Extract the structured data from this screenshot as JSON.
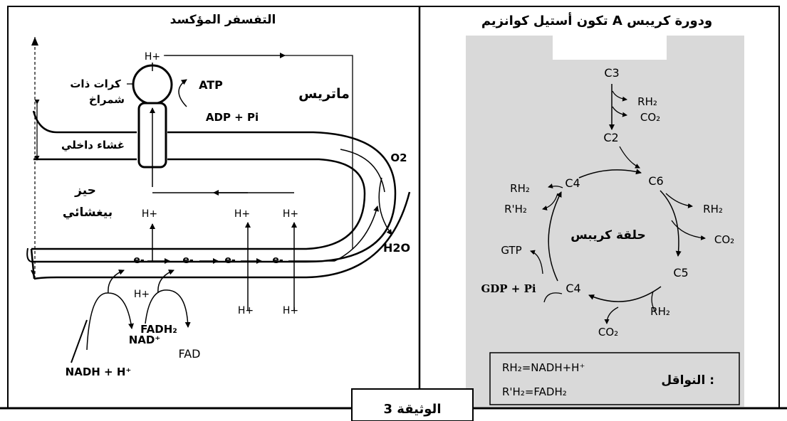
{
  "document": {
    "caption": "الوثيقة 3"
  },
  "oxidative_phosphorylation": {
    "title": "التفسفر المؤكسد",
    "labels": {
      "atp_synthase": "كرات ذات شمراخ",
      "inner_membrane": "غشاء داخلي",
      "matrix": "ماتريس",
      "intermembrane_space": "حيز بيغشائي"
    },
    "h_plus": "H+",
    "atp": "ATP",
    "adp_pi": "ADP + Pi",
    "o2": "O2",
    "h2o": "H2O",
    "electron": "e-",
    "nadh": "NADH + H+",
    "nad": "NAD+",
    "fadh2": "FADH2",
    "fad": "FAD"
  },
  "krebs": {
    "title": "تكون أستيل كوانزيم A ودورة كريبس",
    "cycle_label": "حلقة كريبس",
    "c3": "C3",
    "c2": "C2",
    "c6": "C6",
    "c5": "C5",
    "c4": "C4",
    "rh2": "RH2",
    "rprime_h2": "R'H2",
    "co2": "CO2",
    "gtp": "GTP",
    "gdp_pi": "GDP + Pi",
    "carriers_label": "النواقل :",
    "carrier_1": "RH2=NADH+H+",
    "carrier_2": "R'H2=FADH2",
    "panel_fill": "#d9d9d9"
  }
}
